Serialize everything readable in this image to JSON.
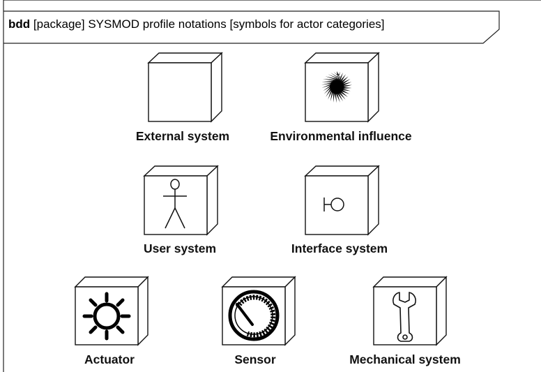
{
  "frame": {
    "keyword": "bdd",
    "title": "[package] SYSMOD profile notations [symbols for actor categories]"
  },
  "actors": [
    {
      "id": "external-system",
      "label": "External system",
      "icon": "empty"
    },
    {
      "id": "environmental-influence",
      "label": "Environmental influence",
      "icon": "sun-burst-icon"
    },
    {
      "id": "user-system",
      "label": "User system",
      "icon": "stick-figure-icon"
    },
    {
      "id": "interface-system",
      "label": "Interface system",
      "icon": "interface-socket-icon"
    },
    {
      "id": "actuator",
      "label": "Actuator",
      "icon": "gear-sun-icon"
    },
    {
      "id": "sensor",
      "label": "Sensor",
      "icon": "gauge-dial-icon"
    },
    {
      "id": "mechanical-system",
      "label": "Mechanical system",
      "icon": "wrench-icon"
    }
  ]
}
